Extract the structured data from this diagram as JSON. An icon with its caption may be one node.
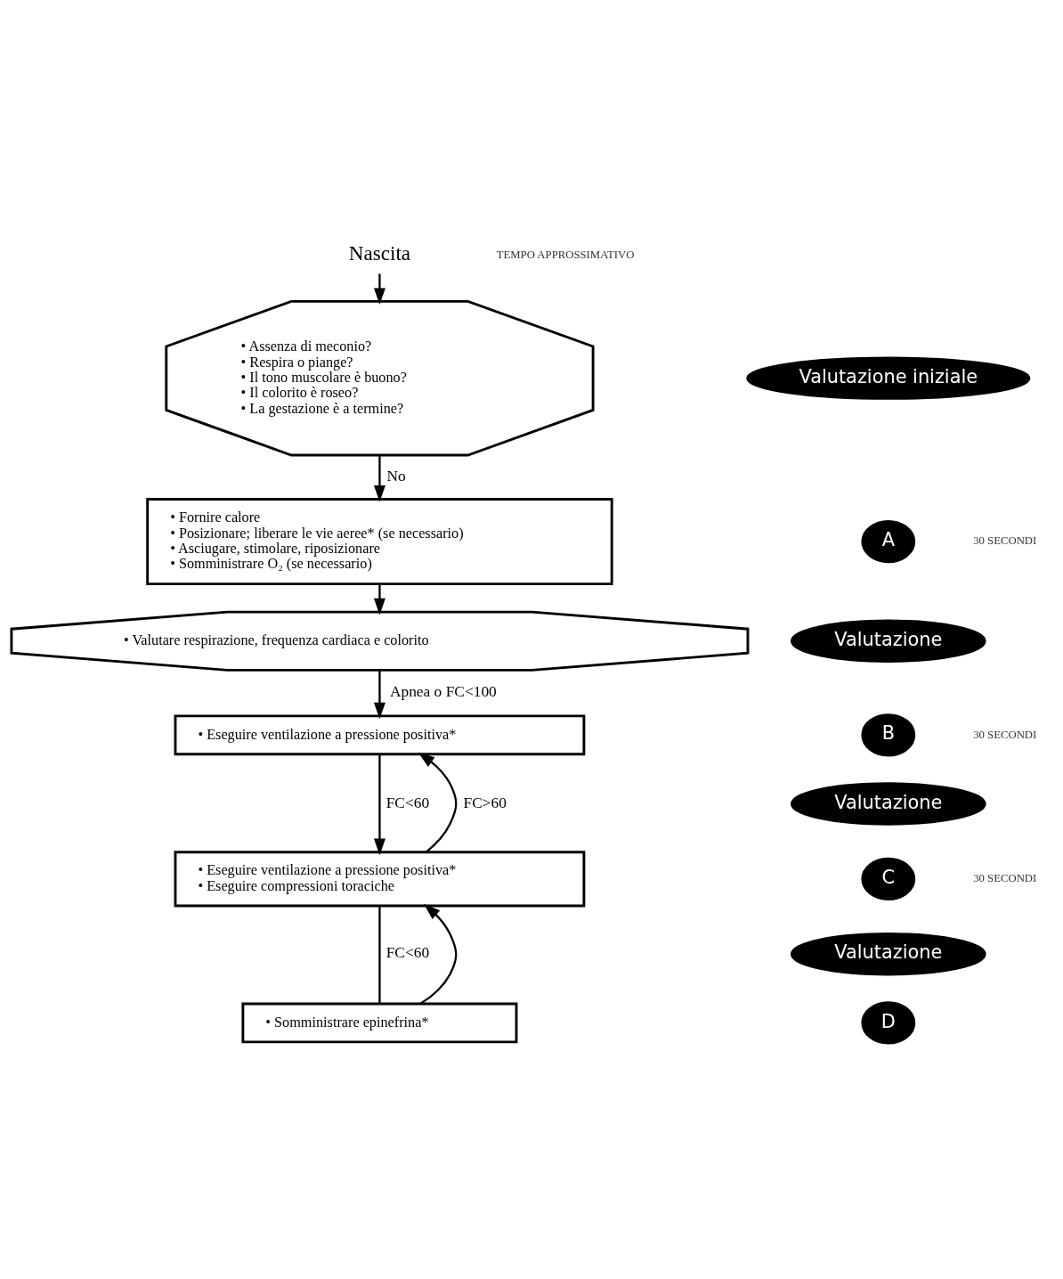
{
  "diagram": {
    "nodes": [
      {
        "text": [
          "Nascita"
        ]
      },
      {
        "text": [
          "• Assenza di meconio?",
          "• Respira o piange?",
          "• Il tono muscolare è buono?",
          "• Il colorito è roseo?",
          "• La gestazione è a termine?"
        ]
      },
      {
        "text": [
          "• Fornire calore",
          "• Posizionare; liberare le vie aeree* (se necessario)",
          "• Asciugare, stimolare, riposizionare",
          "• Somministrare O₂ (se necessario)"
        ]
      },
      {
        "text": [
          "• Valutare respirazione, frequenza cardiaca e colorito"
        ]
      },
      {
        "text": [
          "• Eseguire ventilazione a pressione positiva*"
        ]
      },
      {
        "text": [
          "• Eseguire ventilazione a pressione positiva*",
          "• Eseguire compressioni toraciche"
        ]
      },
      {
        "text": [
          "• Somministrare epinefrina*"
        ]
      },
      {
        "text": [
          "Valutazione iniziale"
        ]
      },
      {
        "text": [
          "A"
        ]
      },
      {
        "text": [
          "Valutazione"
        ]
      },
      {
        "text": [
          "B"
        ]
      },
      {
        "text": [
          "Valutazione"
        ]
      },
      {
        "text": [
          "C"
        ]
      },
      {
        "text": [
          "Valutazione"
        ]
      },
      {
        "text": [
          "D"
        ]
      }
    ],
    "edges": [
      {
        "from": 0,
        "to": 1,
        "arrow": "to"
      },
      {
        "from": 1,
        "to": 2,
        "arrow": "to",
        "label": "No"
      },
      {
        "from": 2,
        "to": 3,
        "arrow": "to"
      },
      {
        "from": 3,
        "to": 4,
        "arrow": "to",
        "label": "Apnea o FC<100"
      },
      {
        "from": 4,
        "to": 5,
        "arrow": "to",
        "label": "FC<60"
      },
      {
        "from": 5,
        "to": 4,
        "arrow": "to",
        "label": "FC>60"
      },
      {
        "from": 5,
        "to": 6,
        "arrow": "none",
        "label": "FC<60"
      },
      {
        "from": 6,
        "to": 5,
        "arrow": "to"
      }
    ],
    "labels": [
      "TEMPO APPROSSIMATIVO",
      "30 SECONDI",
      "30 SECONDI",
      "30 SECONDI"
    ]
  }
}
